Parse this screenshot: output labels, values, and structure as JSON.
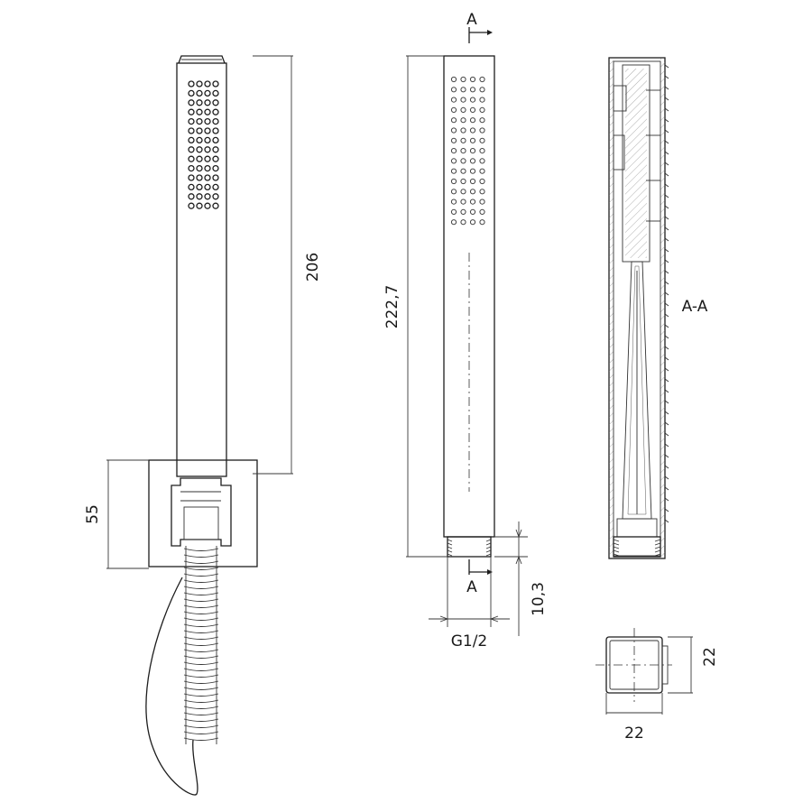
{
  "drawing": {
    "labels": {
      "height_206": "206",
      "height_222_7": "222,7",
      "bracket_55": "55",
      "thread_10_3": "10,3",
      "thread_size": "G1/2",
      "section_mark_top": "A",
      "section_mark_bottom": "A",
      "section_title": "A-A",
      "width_22": "22",
      "depth_22": "22"
    }
  }
}
